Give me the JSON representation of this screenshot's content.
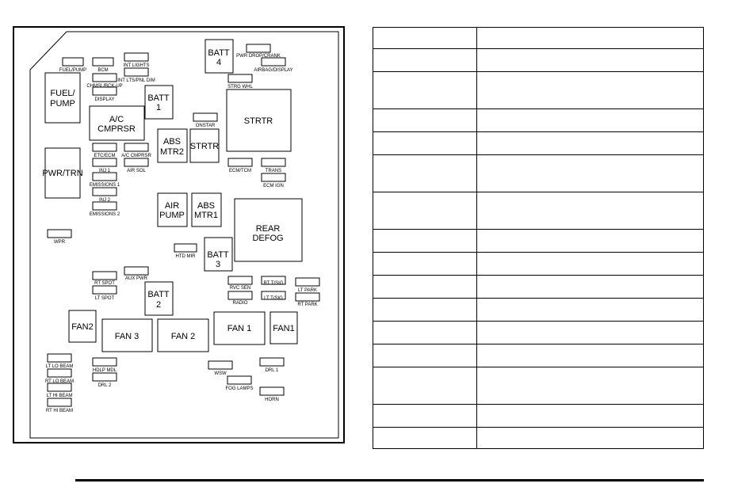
{
  "fuse_block": {
    "fuses": {
      "fuel_pump": "FUEL/PUMP",
      "bcm": "BCM",
      "int_lights": "INT LIGHTS",
      "chmsl_bck_up": "CHMSL/BCK-UP",
      "int_lts_pnl_dim": "INT LTS/PNL DIM",
      "display": "DISPLAY",
      "pwr_drop_crank": "PWR DROP/CRANK",
      "airbag_display": "AIRBAG/DISPLAY",
      "strg_whl": "STRG WHL",
      "onstar": "ONSTAR",
      "etc_ecm": "ETC/ECM",
      "a_c_cmprsr_fuse": "A/C CMPRSR",
      "inj1": "INJ 1",
      "air_sol": "AIR SOL",
      "emissions1": "EMISSIONS 1",
      "inj2": "INJ 2",
      "emissions2": "EMISSIONS 2",
      "ecm_tcm": "ECM/TCM",
      "trans": "TRANS",
      "ecm_ign": "ECM IGN",
      "wpr": "WPR",
      "htd_mir": "HTD MIR",
      "aux_pwr": "AUX PWR",
      "rt_spot": "RT SPOT",
      "lt_spot": "LT SPOT",
      "rvc_sen": "RVC SEN",
      "rt_t_sig": "RT T/SIG",
      "lt_park": "LT PARK",
      "radio": "RADIO",
      "lt_t_sig": "LT T/SIG",
      "rt_park": "RT PARK",
      "lt_lo_beam": "LT LO BEAM",
      "rt_lo_beam": "RT LO BEAM",
      "lt_hi_beam": "LT HI BEAM",
      "rt_hi_beam": "RT HI BEAM",
      "hdlp_mdl": "HDLP MDL",
      "drl2": "DRL 2",
      "wsw": "WSW",
      "drl1": "DRL 1",
      "fog_lamps": "FOG LAMPS",
      "horn": "HORN"
    },
    "relays": {
      "fuel_pump_l1": "FUEL/",
      "fuel_pump_l2": "PUMP",
      "batt1_l1": "BATT",
      "batt1_l2": "1",
      "ac_l1": "A/C",
      "ac_l2": "CMPRSR",
      "batt4_l1": "BATT",
      "batt4_l2": "4",
      "strtr_large": "STRTR",
      "abs_mtr2_l1": "ABS",
      "abs_mtr2_l2": "MTR2",
      "strtr_small": "STRTR",
      "pwr_trn": "PWR/TRN",
      "air_pump_l1": "AIR",
      "air_pump_l2": "PUMP",
      "abs_mtr1_l1": "ABS",
      "abs_mtr1_l2": "MTR1",
      "rear_defog_l1": "REAR",
      "rear_defog_l2": "DEFOG",
      "batt3_l1": "BATT",
      "batt3_l2": "3",
      "batt2_l1": "BATT",
      "batt2_l2": "2",
      "fan2_small": "FAN2",
      "fan3": "FAN 3",
      "fan2_wide": "FAN 2",
      "fan1_wide": "FAN 1",
      "fan1_small": "FAN1"
    }
  },
  "reference_table": {
    "rows": [
      [
        "",
        ""
      ],
      [
        "",
        ""
      ],
      [
        "",
        ""
      ],
      [
        "",
        ""
      ],
      [
        "",
        ""
      ],
      [
        "",
        ""
      ],
      [
        "",
        ""
      ],
      [
        "",
        ""
      ],
      [
        "",
        ""
      ],
      [
        "",
        ""
      ],
      [
        "",
        ""
      ],
      [
        "",
        ""
      ],
      [
        "",
        ""
      ],
      [
        "",
        ""
      ],
      [
        "",
        ""
      ],
      [
        "",
        ""
      ]
    ]
  }
}
